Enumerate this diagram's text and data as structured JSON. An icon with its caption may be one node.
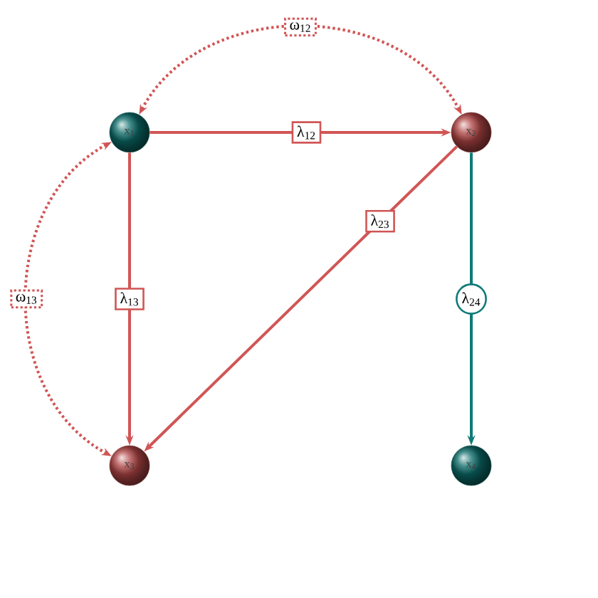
{
  "diagram": {
    "nodes": [
      {
        "text": [
          "x$_{1}$"
        ]
      },
      {
        "text": [
          "x$_{2}$"
        ]
      },
      {
        "text": [
          "x$_{3}$"
        ]
      },
      {
        "text": [
          "x$_{4}$"
        ]
      }
    ],
    "edges": [
      {
        "from": 0,
        "to": 1,
        "arrow": "to",
        "label": "λ$_{12}$"
      },
      {
        "from": 0,
        "to": 2,
        "arrow": "to",
        "label": "λ$_{13}$"
      },
      {
        "from": 1,
        "to": 2,
        "arrow": "to",
        "label": "λ$_{23}$"
      },
      {
        "from": 1,
        "to": 3,
        "arrow": "to",
        "label": "λ$_{24}$",
        "color": "#0e7b78"
      },
      {
        "from": 0,
        "to": 1,
        "arrow": "both",
        "label": "ω$_{12}$",
        "style": "dashed"
      },
      {
        "from": 0,
        "to": 2,
        "arrow": "both",
        "label": "ω$_{13}$",
        "style": "dashed"
      }
    ]
  }
}
